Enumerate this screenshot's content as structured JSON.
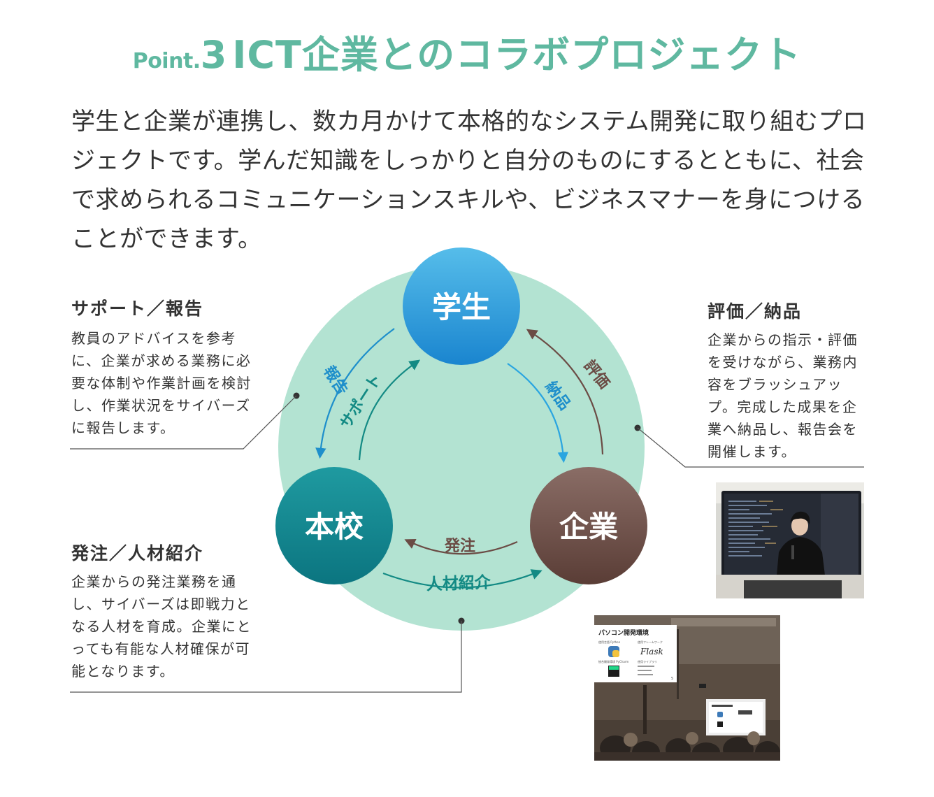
{
  "title": {
    "point_label": "Point.",
    "point_number": "3",
    "main": "ICT企業とのコラボプロジェクト"
  },
  "intro": "学生と企業が連携し、数カ月かけて本格的なシステム開発に取り組むプロジェクトです。学んだ知識をしっかりと自分のものにするとともに、社会で求められるコミュニケーションスキルや、ビジネスマナーを身につけることができます。",
  "nodes": {
    "student": "学生",
    "school": "本校",
    "company": "企業"
  },
  "arrows": {
    "report": "報告",
    "support": "サポート",
    "evaluation": "評価",
    "delivery": "納品",
    "order": "発注",
    "referral": "人材紹介"
  },
  "notes": {
    "support_report": {
      "heading": "サポート／報告",
      "body": "教員のアドバイスを参考に、企業が求める業務に必要な体制や作業計画を検討し、作業状況をサイバーズに報告します。"
    },
    "evaluation_delivery": {
      "heading": "評価／納品",
      "body": "企業からの指示・評価を受けながら、業務内容をブラッシュアップ。完成した成果を企業へ納品し、報告会を開催します。"
    },
    "order_referral": {
      "heading": "発注／人材紹介",
      "body": "企業からの発注業務を通し、サイバーズは即戦力となる人材を育成。企業にとっても有能な人材確保が可能となります。"
    }
  },
  "slide": {
    "title": "パソコン開発環境",
    "label_python": "使用言語 Python",
    "label_framework": "使用フレームワーク",
    "framework_logo": "Flask",
    "label_pycharm": "統合開発環境 PyCharm",
    "label_library": "使用ライブラリ",
    "page_number": "5"
  },
  "colors": {
    "title_green": "#5fb8a0",
    "circle_bg": "#b3e3d2",
    "student": "#2f9fdd",
    "school": "#138a90",
    "company": "#6b4c45",
    "arrow_blue": "#1e8fcb",
    "arrow_teal": "#138a84",
    "arrow_brown": "#6b4c45"
  }
}
